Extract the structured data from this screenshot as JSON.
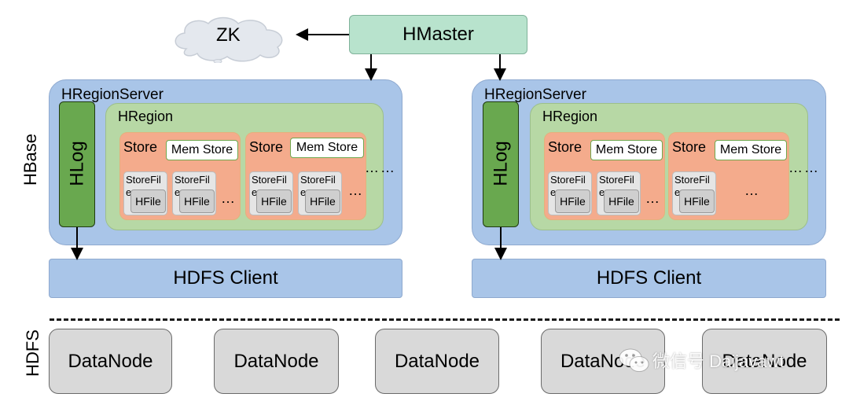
{
  "zk": {
    "label": "ZK"
  },
  "hmaster": {
    "label": "HMaster"
  },
  "layers": {
    "hbase": "HBase",
    "hdfs": "HDFS"
  },
  "servers": [
    {
      "title": "HRegionServer",
      "hlog": "HLog",
      "region": {
        "title": "HRegion",
        "stores": [
          {
            "title": "Store",
            "memstore": "Mem Store",
            "storefiles": [
              {
                "title": "StoreFile",
                "hfile": "HFile"
              },
              {
                "title": "StoreFile",
                "hfile": "HFile"
              }
            ],
            "ellipsis": "…"
          },
          {
            "title": "Store",
            "memstore": "Mem Store",
            "storefiles": [
              {
                "title": "StoreFile",
                "hfile": "HFile"
              },
              {
                "title": "StoreFile",
                "hfile": "HFile"
              }
            ],
            "ellipsis": "…"
          }
        ],
        "more_stores": "……"
      },
      "hdfs_client": "HDFS Client"
    },
    {
      "title": "HRegionServer",
      "hlog": "HLog",
      "region": {
        "title": "HRegion",
        "stores": [
          {
            "title": "Store",
            "memstore": "Mem Store",
            "storefiles": [
              {
                "title": "StoreFile",
                "hfile": "HFile"
              },
              {
                "title": "StoreFile",
                "hfile": "HFile"
              }
            ],
            "ellipsis": "…"
          },
          {
            "title": "Store",
            "memstore": "Mem Store",
            "storefiles": [
              {
                "title": "StoreFile",
                "hfile": "HFile"
              }
            ],
            "ellipsis": "…"
          }
        ],
        "more_stores": "……"
      },
      "hdfs_client": "HDFS Client"
    }
  ],
  "datanodes": [
    "DataNode",
    "DataNode",
    "DataNode",
    "DataNode",
    "DataNode"
  ],
  "watermark": "微信号 Daijavawt",
  "colors": {
    "hmaster": "#b8e3cd",
    "region_server": "#a9c5e8",
    "region": "#b7d8a5",
    "hlog": "#69a84f",
    "store": "#f4ab8c",
    "storefile": "#e5e5e5",
    "datanode": "#d9d9d9"
  }
}
